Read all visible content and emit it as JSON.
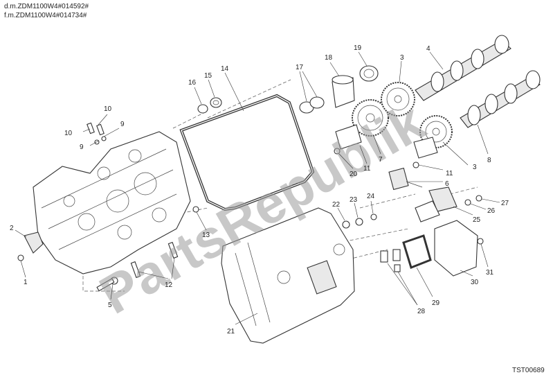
{
  "header": {
    "line1": "d.m.ZDM1100W4#014592#",
    "line2": "f.m.ZDM1100W4#014734#"
  },
  "reference_code": "TST00689",
  "watermark": "PartsRepublik",
  "callouts": {
    "c1": "1",
    "c2": "2",
    "c3a": "3",
    "c3b": "3",
    "c4": "4",
    "c5": "5",
    "c6": "6",
    "c7": "7",
    "c8": "8",
    "c9a": "9",
    "c9b": "9",
    "c10a": "10",
    "c10b": "10",
    "c11a": "11",
    "c11b": "11",
    "c12": "12",
    "c13": "13",
    "c14": "14",
    "c15": "15",
    "c16": "16",
    "c17": "17",
    "c18": "18",
    "c19": "19",
    "c20": "20",
    "c21": "21",
    "c22": "22",
    "c23": "23",
    "c24": "24",
    "c25": "25",
    "c26": "26",
    "c27": "27",
    "c28": "28",
    "c29": "29",
    "c30": "30",
    "c31": "31"
  }
}
